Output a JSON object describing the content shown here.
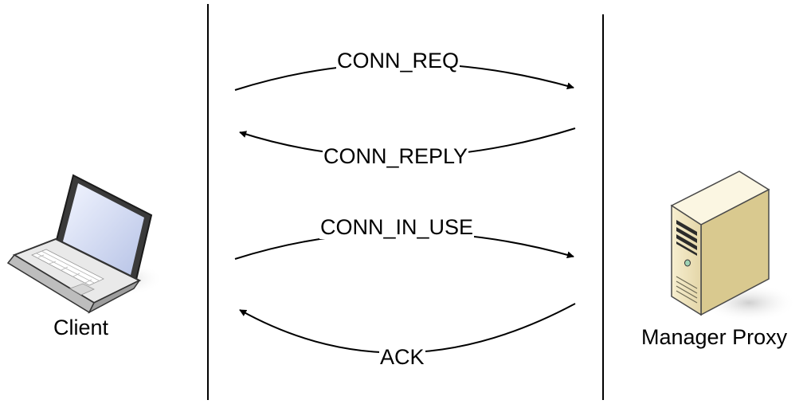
{
  "nodes": {
    "client": {
      "label": "Client",
      "icon": "laptop-icon"
    },
    "proxy": {
      "label": "Manager Proxy",
      "icon": "server-tower-icon"
    }
  },
  "messages": [
    {
      "label": "CONN_REQ",
      "from": "client",
      "to": "proxy"
    },
    {
      "label": "CONN_REPLY",
      "from": "proxy",
      "to": "client"
    },
    {
      "label": "CONN_IN_USE",
      "from": "client",
      "to": "proxy"
    },
    {
      "label": "ACK",
      "from": "proxy",
      "to": "client"
    }
  ],
  "colors": {
    "line": "#000000",
    "background": "#ffffff"
  }
}
